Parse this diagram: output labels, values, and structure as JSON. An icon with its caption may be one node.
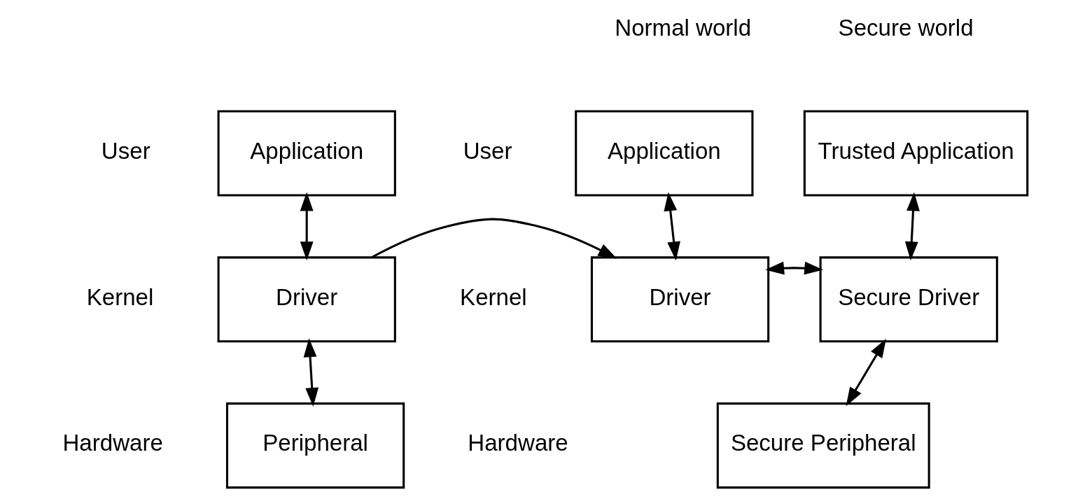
{
  "diagram": {
    "nodes": [
      {
        "text": [
          "Application"
        ]
      },
      {
        "text": [
          "Driver"
        ]
      },
      {
        "text": [
          "Peripheral"
        ]
      },
      {
        "text": [
          "Application"
        ]
      },
      {
        "text": [
          "Trusted Application"
        ]
      },
      {
        "text": [
          "Driver"
        ]
      },
      {
        "text": [
          "Secure Driver"
        ]
      },
      {
        "text": [
          "Secure Peripheral"
        ]
      }
    ],
    "edges": [
      {
        "from": 0,
        "to": 1,
        "arrow": "both"
      },
      {
        "from": 1,
        "to": 2,
        "arrow": "both"
      },
      {
        "from": 1,
        "to": 5,
        "arrow": "to"
      },
      {
        "from": 3,
        "to": 5,
        "arrow": "both"
      },
      {
        "from": 4,
        "to": 6,
        "arrow": "both"
      },
      {
        "from": 5,
        "to": 6,
        "arrow": "both"
      },
      {
        "from": 6,
        "to": 7,
        "arrow": "both"
      }
    ],
    "labels": [
      "Normal world",
      "Secure world",
      "User",
      "User",
      "Kernel",
      "Kernel",
      "Hardware",
      "Hardware"
    ]
  }
}
